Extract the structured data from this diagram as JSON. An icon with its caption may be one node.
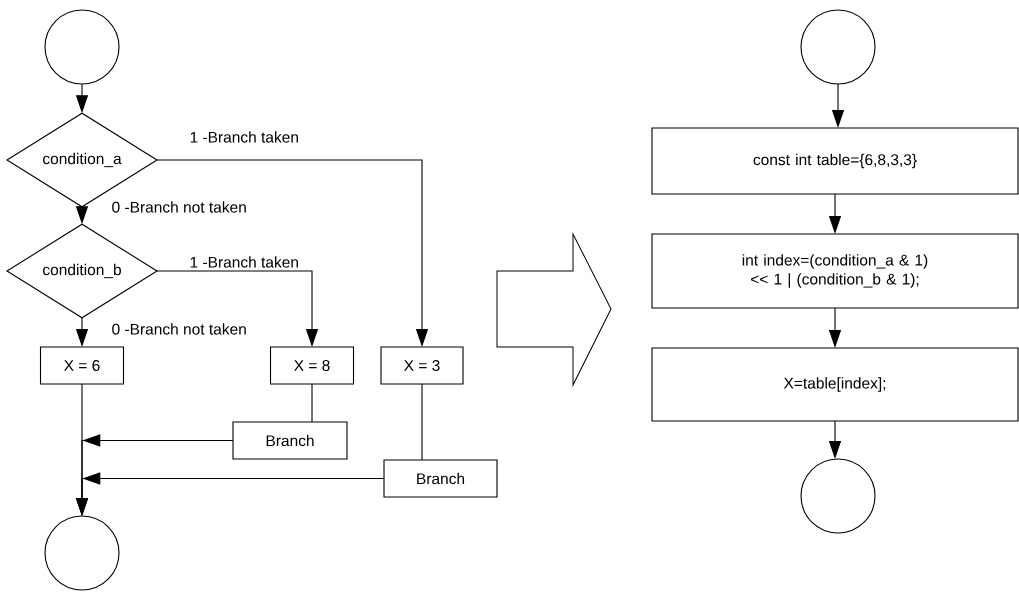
{
  "diagram": {
    "nodes": [
      {
        "text": [],
        "shape": "circle"
      },
      {
        "text": [
          "condition_a"
        ]
      },
      {
        "text": [
          "condition_b"
        ]
      },
      {
        "text": [
          "X = 6"
        ]
      },
      {
        "text": [
          "X = 8"
        ]
      },
      {
        "text": [
          "X = 3"
        ]
      },
      {
        "text": [
          "Branch"
        ]
      },
      {
        "text": [
          "Branch"
        ]
      },
      {
        "text": [],
        "shape": "circle"
      },
      {
        "text": [],
        "shape": "circle"
      },
      {
        "text": [
          "const int table={6,8,3,3}"
        ]
      },
      {
        "text": [
          "int index=(condition_a & 1) << 1 | (condition_b & 1);"
        ]
      },
      {
        "text": [
          "X=table[index];"
        ]
      },
      {
        "text": [],
        "shape": "circle"
      }
    ],
    "edges": [
      {
        "from": 0,
        "to": 1,
        "arrow": "to"
      },
      {
        "from": 1,
        "to": 2,
        "arrow": "to",
        "label": "0 -Branch not taken"
      },
      {
        "from": 1,
        "to": 5,
        "arrow": "to",
        "label": "1 -Branch taken"
      },
      {
        "from": 2,
        "to": 3,
        "arrow": "to",
        "label": "0 -Branch not taken"
      },
      {
        "from": 2,
        "to": 4,
        "arrow": "to",
        "label": "1 -Branch taken"
      },
      {
        "from": 3,
        "to": 8,
        "arrow": "to"
      },
      {
        "from": 4,
        "to": 6,
        "arrow": "none"
      },
      {
        "from": 5,
        "to": 7,
        "arrow": "none"
      },
      {
        "from": 6,
        "to": 8,
        "arrow": "to"
      },
      {
        "from": 7,
        "to": 8,
        "arrow": "to"
      },
      {
        "from": 9,
        "to": 10,
        "arrow": "to"
      },
      {
        "from": 10,
        "to": 11,
        "arrow": "to"
      },
      {
        "from": 11,
        "to": 12,
        "arrow": "to"
      },
      {
        "from": 12,
        "to": 13,
        "arrow": "to"
      }
    ]
  }
}
